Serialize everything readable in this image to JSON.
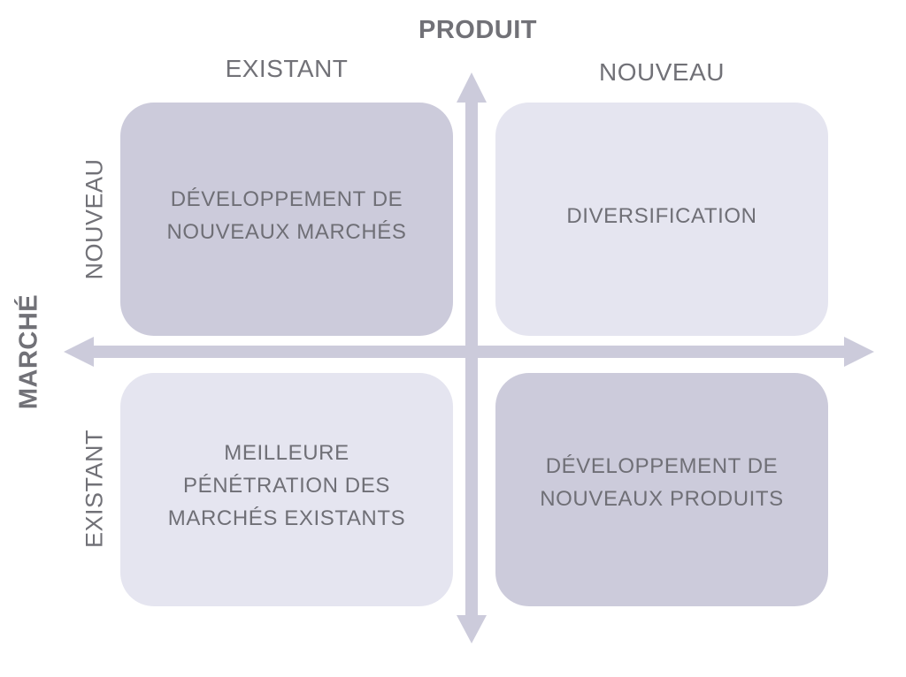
{
  "axes": {
    "product_title": "PRODUIT",
    "market_title": "MARCHÉ",
    "product_columns": {
      "existing": "EXISTANT",
      "new": "NOUVEAU"
    },
    "market_rows": {
      "new": "NOUVEAU",
      "existing": "EXISTANT"
    }
  },
  "quadrants": {
    "top_left": "DÉVELOPPEMENT DE\nNOUVEAUX MARCHÉS",
    "top_right": "DIVERSIFICATION",
    "bottom_left": "MEILLEURE\nPÉNÉTRATION DES\nMARCHÉS EXISTANTS",
    "bottom_right": "DÉVELOPPEMENT DE\nNOUVEAUX PRODUITS"
  },
  "colors": {
    "dark_box": "#cccbdb",
    "light_box": "#e5e5f0",
    "axis": "#cccbdb",
    "text": "#6f6f76"
  }
}
